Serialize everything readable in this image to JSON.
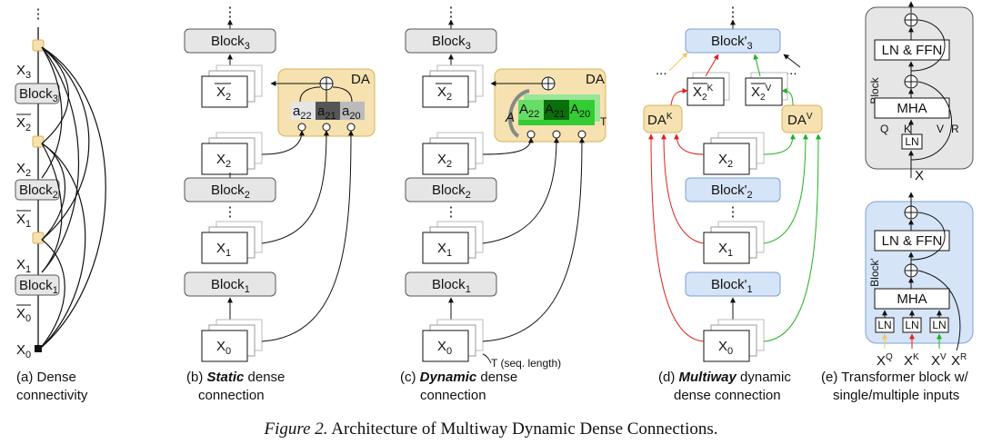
{
  "colors": {
    "block_gray": "#e6e6e6",
    "block_blue": "#d6e4f7",
    "da_box": "#f6e2b0",
    "da_border": "#d7b25a",
    "red": "#e0201c",
    "green": "#22b022",
    "gold": "#f2c75a",
    "green_highlight": "#33cc33"
  },
  "panel_a": {
    "ellipsis": "⋮",
    "labels": [
      "X3",
      "Block3",
      "X2bar",
      "X2",
      "Block2",
      "X1bar",
      "X1",
      "Block1",
      "X0bar",
      "X0"
    ],
    "caption_line1": "(a) Dense",
    "caption_line2": "connectivity"
  },
  "panel_b": {
    "ellipsis": "⋮",
    "block3": "Block3",
    "x2bar": "X2",
    "x2": "X2",
    "block2": "Block2",
    "x1": "X1",
    "block1": "Block1",
    "x0": "X0",
    "da_label": "DA",
    "weights": [
      "a22",
      "a21",
      "a20"
    ],
    "caption_prefix": "(b) ",
    "caption_bold": "Static",
    "caption_rest": " dense",
    "caption_line2": "connection"
  },
  "panel_c": {
    "ellipsis": "⋮",
    "block3": "Block3",
    "x2bar": "X2",
    "x2": "X2",
    "block2": "Block2",
    "x1": "X1",
    "block1": "Block1",
    "x0": "X0",
    "da_label": "DA",
    "weights": [
      "A22",
      "A21",
      "A20"
    ],
    "t_label": "T",
    "seq_label": "T (seq. length)",
    "caption_prefix": "(c) ",
    "caption_bold": "Dynamic",
    "caption_rest": " dense",
    "caption_line2": "connection"
  },
  "panel_d": {
    "ellipsis": "⋮",
    "dots_left": "...",
    "dots_right": "...",
    "block3": "Block'3",
    "x2k": "X2K",
    "x2v": "X2V",
    "dak": "DAK",
    "dav": "DAV",
    "x2": "X2",
    "block2": "Block'2",
    "x1": "X1",
    "block1": "Block'1",
    "x0": "X0",
    "caption_prefix": "(d) ",
    "caption_bold": "Multiway",
    "caption_rest": " dynamic",
    "caption_line2": "dense connection"
  },
  "panel_e": {
    "top_block_label": "Block",
    "bottom_block_label": "Block'",
    "ln_ffn": "LN & FFN",
    "mha": "MHA",
    "ln": "LN",
    "q": "Q",
    "k": "K",
    "v": "V",
    "r": "R",
    "x": "X",
    "xq": "XQ",
    "xk": "XK",
    "xv": "XV",
    "xr": "XR",
    "caption_line1": "(e) Transformer block w/",
    "caption_line2": "single/multiple inputs"
  },
  "figure_caption": {
    "label": "Figure 2.",
    "text": " Architecture of Multiway Dynamic Dense Connections."
  }
}
